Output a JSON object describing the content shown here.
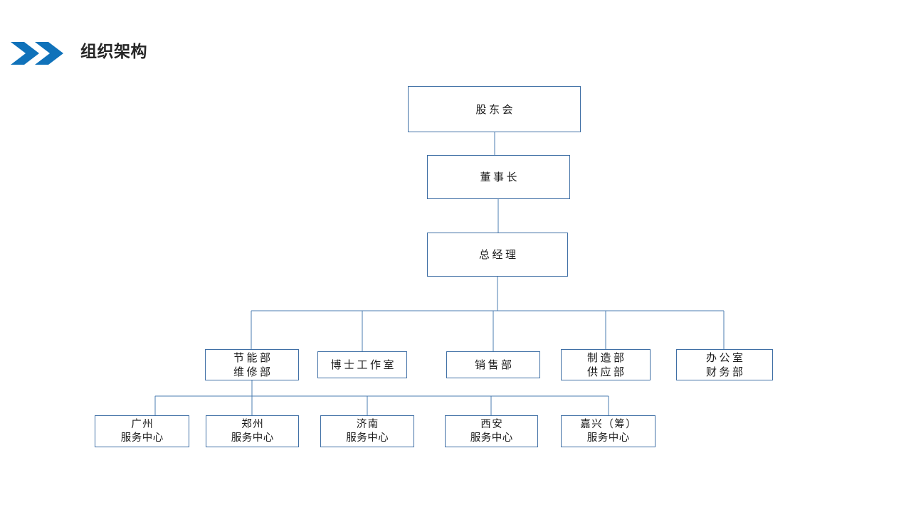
{
  "header": {
    "title": "组织架构",
    "chevron_color": "#1072ba",
    "title_color": "#262626"
  },
  "theme": {
    "box_border": "#3f6fa5",
    "connector_line": "#4b7cb0",
    "box_background": "#ffffff",
    "text_color": "#1a1a1a",
    "page_background": "#ffffff"
  },
  "chart_data": {
    "type": "diagram",
    "diagram_kind": "org-chart",
    "title": "组织架构",
    "orientation": "top-down",
    "levels": 5,
    "nodes": [
      {
        "id": "shareholders",
        "label_lines": [
          "股东会"
        ],
        "level": 1,
        "parent": null
      },
      {
        "id": "chairman",
        "label_lines": [
          "董事长"
        ],
        "level": 2,
        "parent": "shareholders"
      },
      {
        "id": "gm",
        "label_lines": [
          "总经理"
        ],
        "level": 3,
        "parent": "chairman"
      },
      {
        "id": "energy",
        "label_lines": [
          "节能部",
          "维修部"
        ],
        "level": 4,
        "parent": "gm"
      },
      {
        "id": "doctor",
        "label_lines": [
          "博士工作室"
        ],
        "level": 4,
        "parent": "gm"
      },
      {
        "id": "sales",
        "label_lines": [
          "销售部"
        ],
        "level": 4,
        "parent": "gm"
      },
      {
        "id": "manufacture",
        "label_lines": [
          "制造部",
          "供应部"
        ],
        "level": 4,
        "parent": "gm"
      },
      {
        "id": "office",
        "label_lines": [
          "办公室",
          "财务部"
        ],
        "level": 4,
        "parent": "gm"
      },
      {
        "id": "guangzhou",
        "label_lines": [
          "广州",
          "服务中心"
        ],
        "level": 5,
        "parent": "energy"
      },
      {
        "id": "zhengzhou",
        "label_lines": [
          "郑州",
          "服务中心"
        ],
        "level": 5,
        "parent": "energy"
      },
      {
        "id": "jinan",
        "label_lines": [
          "济南",
          "服务中心"
        ],
        "level": 5,
        "parent": "energy"
      },
      {
        "id": "xian",
        "label_lines": [
          "西安",
          "服务中心"
        ],
        "level": 5,
        "parent": "energy"
      },
      {
        "id": "jiaxing",
        "label_lines": [
          "嘉兴（筹）",
          "服务中心"
        ],
        "level": 5,
        "parent": "energy"
      }
    ],
    "edges": [
      {
        "from": "shareholders",
        "to": "chairman"
      },
      {
        "from": "chairman",
        "to": "gm"
      },
      {
        "from": "gm",
        "to": "energy"
      },
      {
        "from": "gm",
        "to": "doctor"
      },
      {
        "from": "gm",
        "to": "sales"
      },
      {
        "from": "gm",
        "to": "manufacture"
      },
      {
        "from": "gm",
        "to": "office"
      },
      {
        "from": "energy",
        "to": "guangzhou"
      },
      {
        "from": "energy",
        "to": "zhengzhou"
      },
      {
        "from": "energy",
        "to": "jinan"
      },
      {
        "from": "energy",
        "to": "xian"
      },
      {
        "from": "energy",
        "to": "jiaxing"
      }
    ]
  },
  "nodes": {
    "shareholders": {
      "line1": "股东会"
    },
    "chairman": {
      "line1": "董事长"
    },
    "gm": {
      "line1": "总经理"
    },
    "energy": {
      "line1": "节能部",
      "line2": "维修部"
    },
    "doctor": {
      "line1": "博士工作室"
    },
    "sales": {
      "line1": "销售部"
    },
    "manufacture": {
      "line1": "制造部",
      "line2": "供应部"
    },
    "office": {
      "line1": "办公室",
      "line2": "财务部"
    },
    "guangzhou": {
      "line1": "广州",
      "line2": "服务中心"
    },
    "zhengzhou": {
      "line1": "郑州",
      "line2": "服务中心"
    },
    "jinan": {
      "line1": "济南",
      "line2": "服务中心"
    },
    "xian": {
      "line1": "西安",
      "line2": "服务中心"
    },
    "jiaxing": {
      "line1": "嘉兴（筹）",
      "line2": "服务中心"
    }
  }
}
